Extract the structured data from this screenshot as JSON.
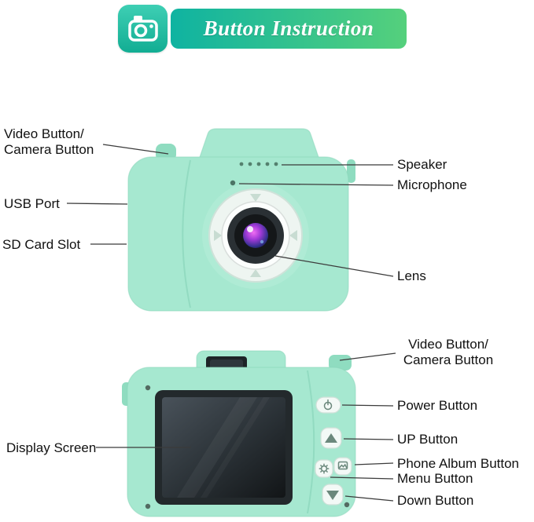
{
  "theme": {
    "banner_start": "#0fb3a1",
    "banner_end": "#55d07c",
    "icon_top": "#3ecfb4",
    "icon_bottom": "#12ad93",
    "body": "#a6e8d0",
    "body_dark": "#8fdcc0",
    "body_edge": "#8ad6ba",
    "line": "#3b3b3b",
    "text": "#111111"
  },
  "header": {
    "title": "Button Instruction"
  },
  "front_view": {
    "labels": {
      "video_camera_button": "Video Button/\nCamera Button",
      "usb_port": "USB Port",
      "sd_card_slot": "SD Card Slot",
      "speaker": "Speaker",
      "microphone": "Microphone",
      "lens": "Lens"
    }
  },
  "back_view": {
    "labels": {
      "video_camera_button": "Video Button/\nCamera Button",
      "power_button": "Power Button",
      "up_button": "UP Button",
      "phone_album_button": "Phone Album Button",
      "menu_button": "Menu Button",
      "down_button": "Down Button",
      "display_screen": "Display Screen"
    }
  }
}
